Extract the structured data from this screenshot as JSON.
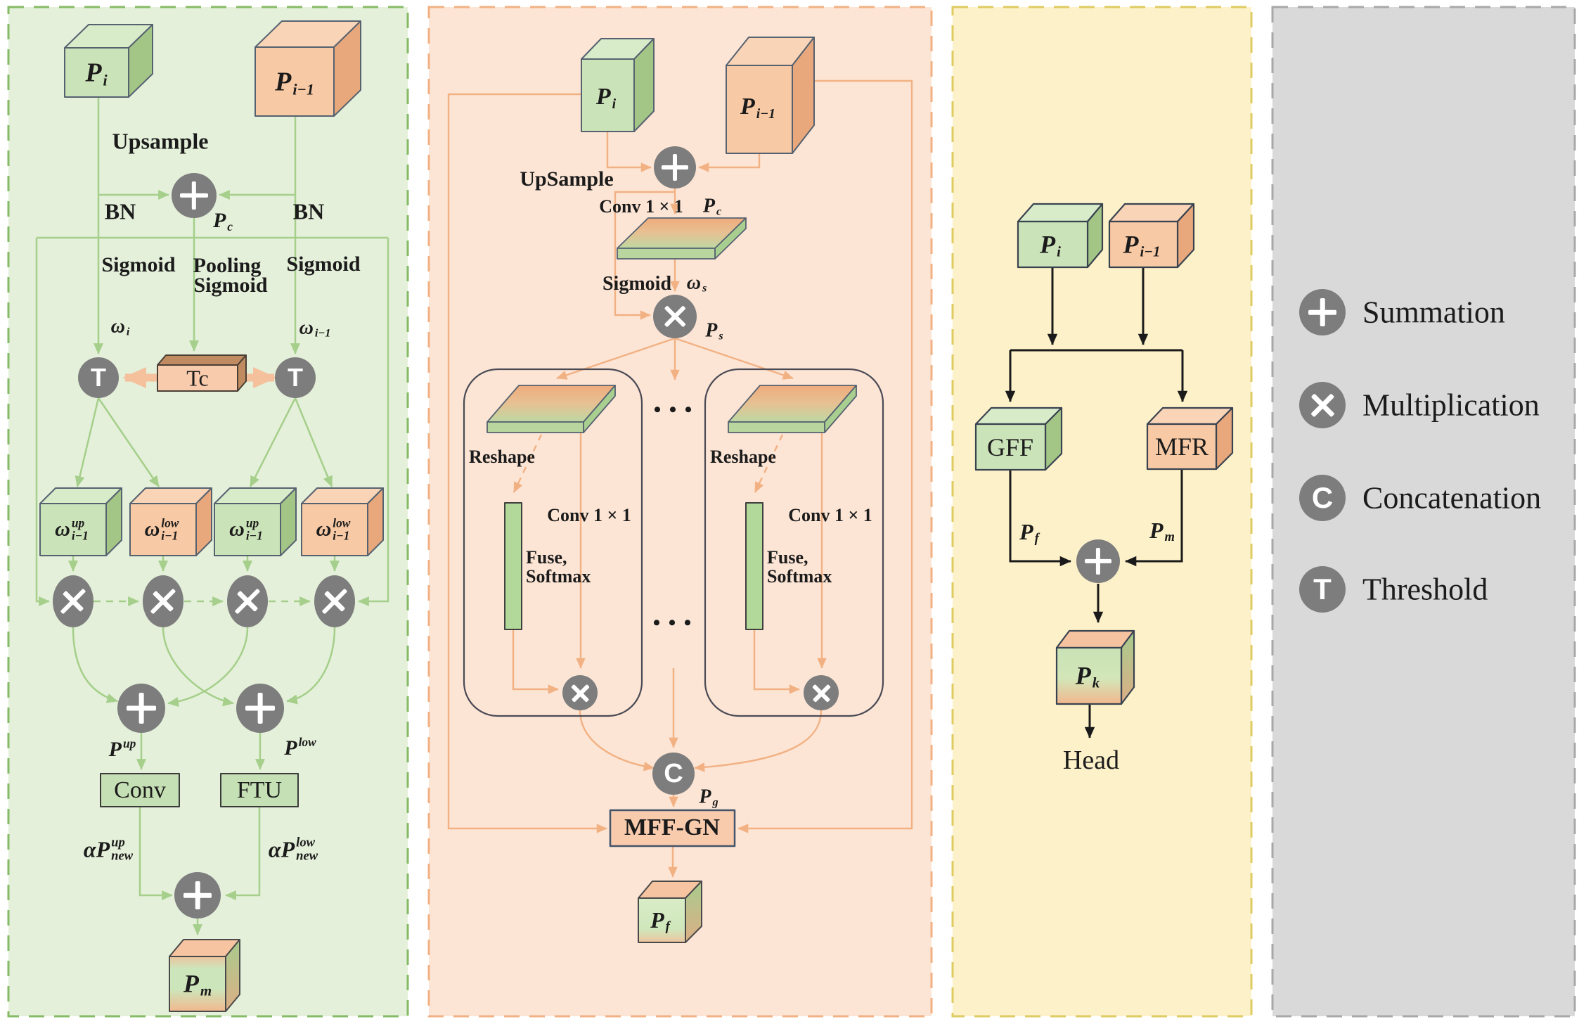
{
  "figure": {
    "type": "neural-network-architecture-diagram"
  },
  "colors": {
    "panel_gff_bg": "#e4f0da",
    "panel_gff_border": "#85bb65",
    "panel_mfr_bg": "#fce5d5",
    "panel_mfr_border": "#f2b183",
    "panel_head_bg": "#fdf1c9",
    "panel_head_border": "#decb61",
    "legend_bg": "#d9d9d9",
    "legend_border": "#a8a8a8",
    "green_fill": "#cbe3b8",
    "orange_fill": "#f7c9a5",
    "op_circle": "#7d7d7d",
    "line_green": "#a5cf8a",
    "line_orange": "#f2b183",
    "line_black": "#1a1a1a"
  },
  "ops": {
    "sum": "+",
    "mul": "×",
    "concat": "C",
    "threshold": "T"
  },
  "panel_gff": {
    "p_i": {
      "b": "P",
      "sub": "i"
    },
    "p_i1": {
      "b": "P",
      "sub": "i−1"
    },
    "upsample": "Upsample",
    "bn_left": "BN",
    "bn_right": "BN",
    "p_c": {
      "b": "P",
      "sub": "c"
    },
    "sigmoid_left": "Sigmoid",
    "pooling_1": "Pooling",
    "pooling_2": "Sigmoid",
    "sigmoid_right": "Sigmoid",
    "omega_i": {
      "b": "ω",
      "sub": "i"
    },
    "omega_i1": {
      "b": "ω",
      "sub": "i−1"
    },
    "tc": "Tc",
    "w_up_a": {
      "b": "ω",
      "sup": "up",
      "sub": "i−1"
    },
    "w_low_a": {
      "b": "ω",
      "sup": "low",
      "sub": "i−1"
    },
    "w_up_b": {
      "b": "ω",
      "sup": "up",
      "sub": "i−1"
    },
    "w_low_b": {
      "b": "ω",
      "sup": "low",
      "sub": "i−1"
    },
    "p_up": {
      "b": "P",
      "sup": "up"
    },
    "p_low": {
      "b": "P",
      "sup": "low"
    },
    "conv": "Conv",
    "ftu": "FTU",
    "alpha_up": {
      "b": "αP",
      "sup": "up",
      "sub": "new"
    },
    "alpha_low": {
      "b": "αP",
      "sup": "low",
      "sub": "new"
    },
    "p_m": {
      "b": "P",
      "sub": "m"
    }
  },
  "panel_mfr": {
    "p_i": {
      "b": "P",
      "sub": "i"
    },
    "p_i1": {
      "b": "P",
      "sub": "i−1"
    },
    "upsample": "UpSample",
    "p_c": {
      "b": "P",
      "sub": "c"
    },
    "conv1x1": "Conv 1 × 1",
    "sigmoid": "Sigmoid",
    "omega_s": {
      "b": "ω",
      "sub": "s"
    },
    "p_s": {
      "b": "P",
      "sub": "s"
    },
    "dots": "• • •",
    "group_a": {
      "reshape": "Reshape",
      "conv1x1": "Conv 1 × 1",
      "fuse": "Fuse,",
      "softmax": "Softmax"
    },
    "group_b": {
      "reshape": "Reshape",
      "conv1x1": "Conv 1 × 1",
      "fuse": "Fuse,",
      "softmax": "Softmax"
    },
    "p_g": {
      "b": "P",
      "sub": "g"
    },
    "mff_gn": "MFF-GN",
    "p_f": {
      "b": "P",
      "sub": "f"
    }
  },
  "panel_head": {
    "p_i": {
      "b": "P",
      "sub": "i"
    },
    "p_i1": {
      "b": "P",
      "sub": "i−1"
    },
    "gff": "GFF",
    "mfr": "MFR",
    "p_f": {
      "b": "P",
      "sub": "f"
    },
    "p_m": {
      "b": "P",
      "sub": "m"
    },
    "p_k": {
      "b": "P",
      "sub": "k"
    },
    "head": "Head"
  },
  "legend": {
    "items": [
      {
        "icon": "summation-icon",
        "label": "Summation"
      },
      {
        "icon": "multiplication-icon",
        "label": "Multiplication"
      },
      {
        "icon": "concatenation-icon",
        "label": "Concatenation",
        "glyph": "C"
      },
      {
        "icon": "threshold-icon",
        "label": "Threshold",
        "glyph": "T"
      }
    ]
  }
}
